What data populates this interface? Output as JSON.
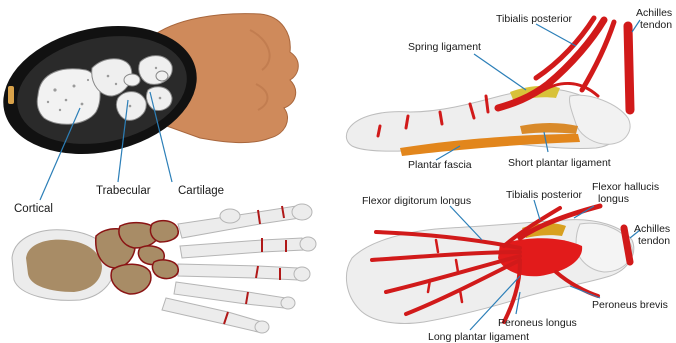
{
  "labels": {
    "cortical": "Cortical",
    "trabecular": "Trabecular",
    "cartilage": "Cartilage",
    "tibialis_posterior_top": "Tibialis posterior",
    "achilles_top": [
      "Achilles",
      "tendon"
    ],
    "spring_ligament": "Spring ligament",
    "plantar_fascia": "Plantar fascia",
    "short_plantar_ligament": "Short plantar ligament",
    "flexor_digitorum_longus": "Flexor digitorum longus",
    "tibialis_posterior_bottom": "Tibialis posterior",
    "flexor_hallucis_longus": [
      "Flexor hallucis",
      "longus"
    ],
    "achilles_bottom": [
      "Achilles",
      "tendon"
    ],
    "peroneus_brevis": "Peroneus brevis",
    "peroneus_longus": "Peroneus longus",
    "long_plantar_ligament": "Long plantar ligament"
  },
  "colors": {
    "skin": "#d08a5c",
    "bone": "#ececec",
    "bone_shadow": "#c9c9c9",
    "cortical_fill": "#a88c66",
    "ligament_red": "#d11a1a",
    "ligament_yellow": "#d8c23a",
    "fascia_orange": "#e2861c",
    "pointer_blue": "#2c7fb8"
  }
}
